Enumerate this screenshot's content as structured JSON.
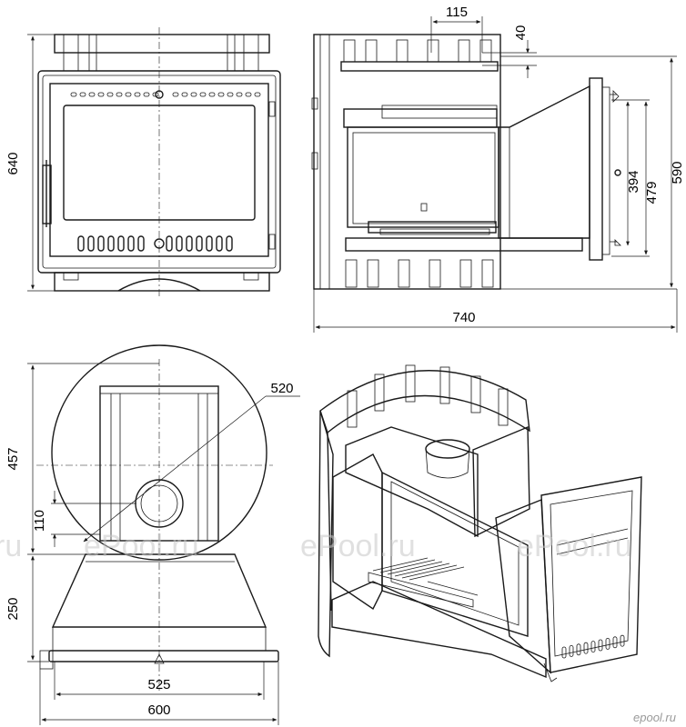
{
  "dimensions": {
    "front_height": "640",
    "side_top_offset": "115",
    "side_top_depth": "40",
    "side_inner_height": "394",
    "side_mid_height": "479",
    "side_total_height": "590",
    "side_total_depth": "740",
    "top_radius": "520",
    "top_body_depth": "457",
    "top_hole_offset": "110",
    "top_collar_depth": "250",
    "front_inner_width": "525",
    "front_total_width": "600"
  },
  "watermarks": {
    "left": "ru",
    "center_left": "ePool.ru",
    "center_right": "ePool.ru",
    "right": "ePool.ru"
  },
  "brand": "epool.ru"
}
